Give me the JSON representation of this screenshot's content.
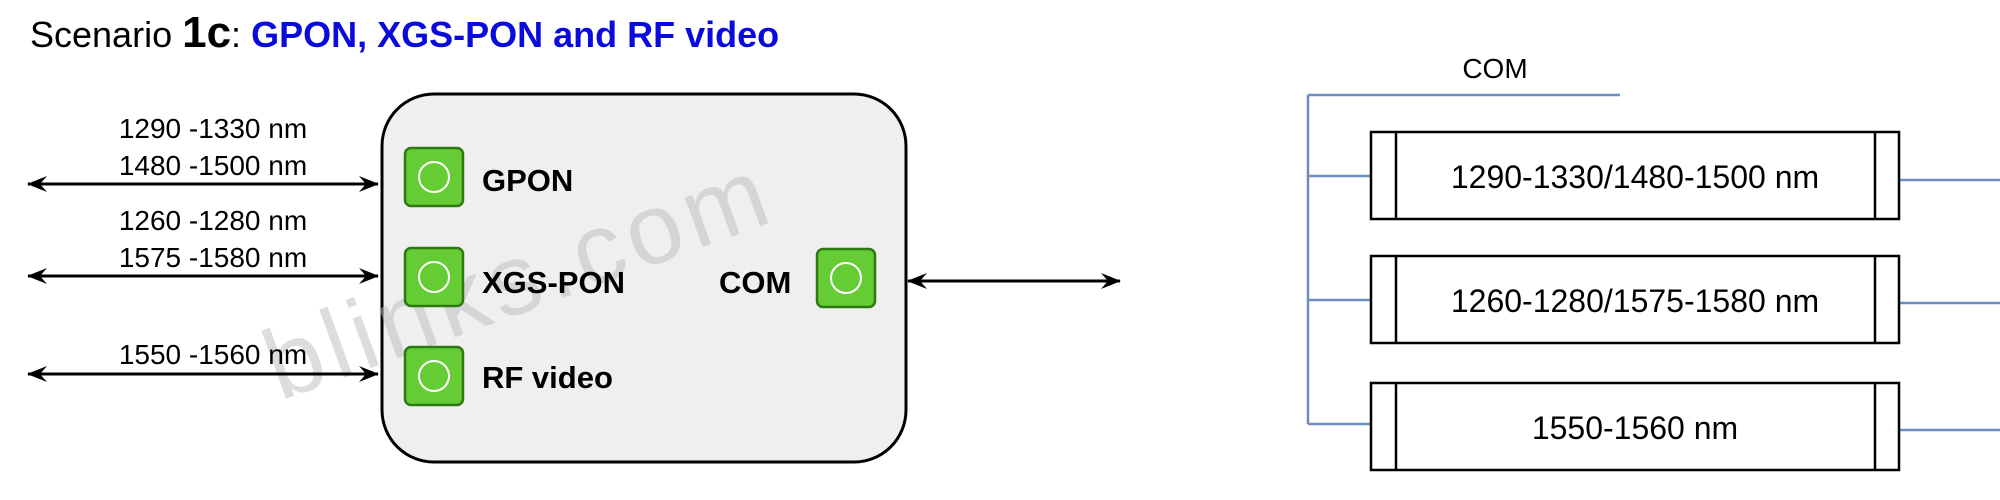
{
  "title": {
    "prefix": "Scenario ",
    "number": "1c",
    "separator": ": ",
    "main": "GPON, XGS-PON and RF video",
    "main_color": "#0a0adc"
  },
  "watermark": "blinks.com",
  "left_links": [
    {
      "lines": [
        "1290 -1330 nm",
        "1480 -1500 nm"
      ]
    },
    {
      "lines": [
        "1260 -1280 nm",
        "1575 -1580 nm"
      ]
    },
    {
      "lines": [
        "1550 -1560 nm"
      ]
    }
  ],
  "ports": [
    {
      "label": "GPON"
    },
    {
      "label": "XGS-PON"
    },
    {
      "label": "RF video"
    },
    {
      "label": "COM"
    }
  ],
  "filters": {
    "com_label": "COM",
    "items": [
      {
        "label": "1290-1330/1480-1500 nm"
      },
      {
        "label": "1260-1280/1575-1580 nm"
      },
      {
        "label": "1550-1560 nm"
      }
    ]
  },
  "colors": {
    "port_fill": "#66cc33",
    "port_stroke": "#2d7a12",
    "box_fill": "#efefef",
    "wire": "#6c8ebf"
  },
  "icons": {
    "port": "green-square-circle-icon",
    "arrow": "double-headed-arrow-icon"
  }
}
